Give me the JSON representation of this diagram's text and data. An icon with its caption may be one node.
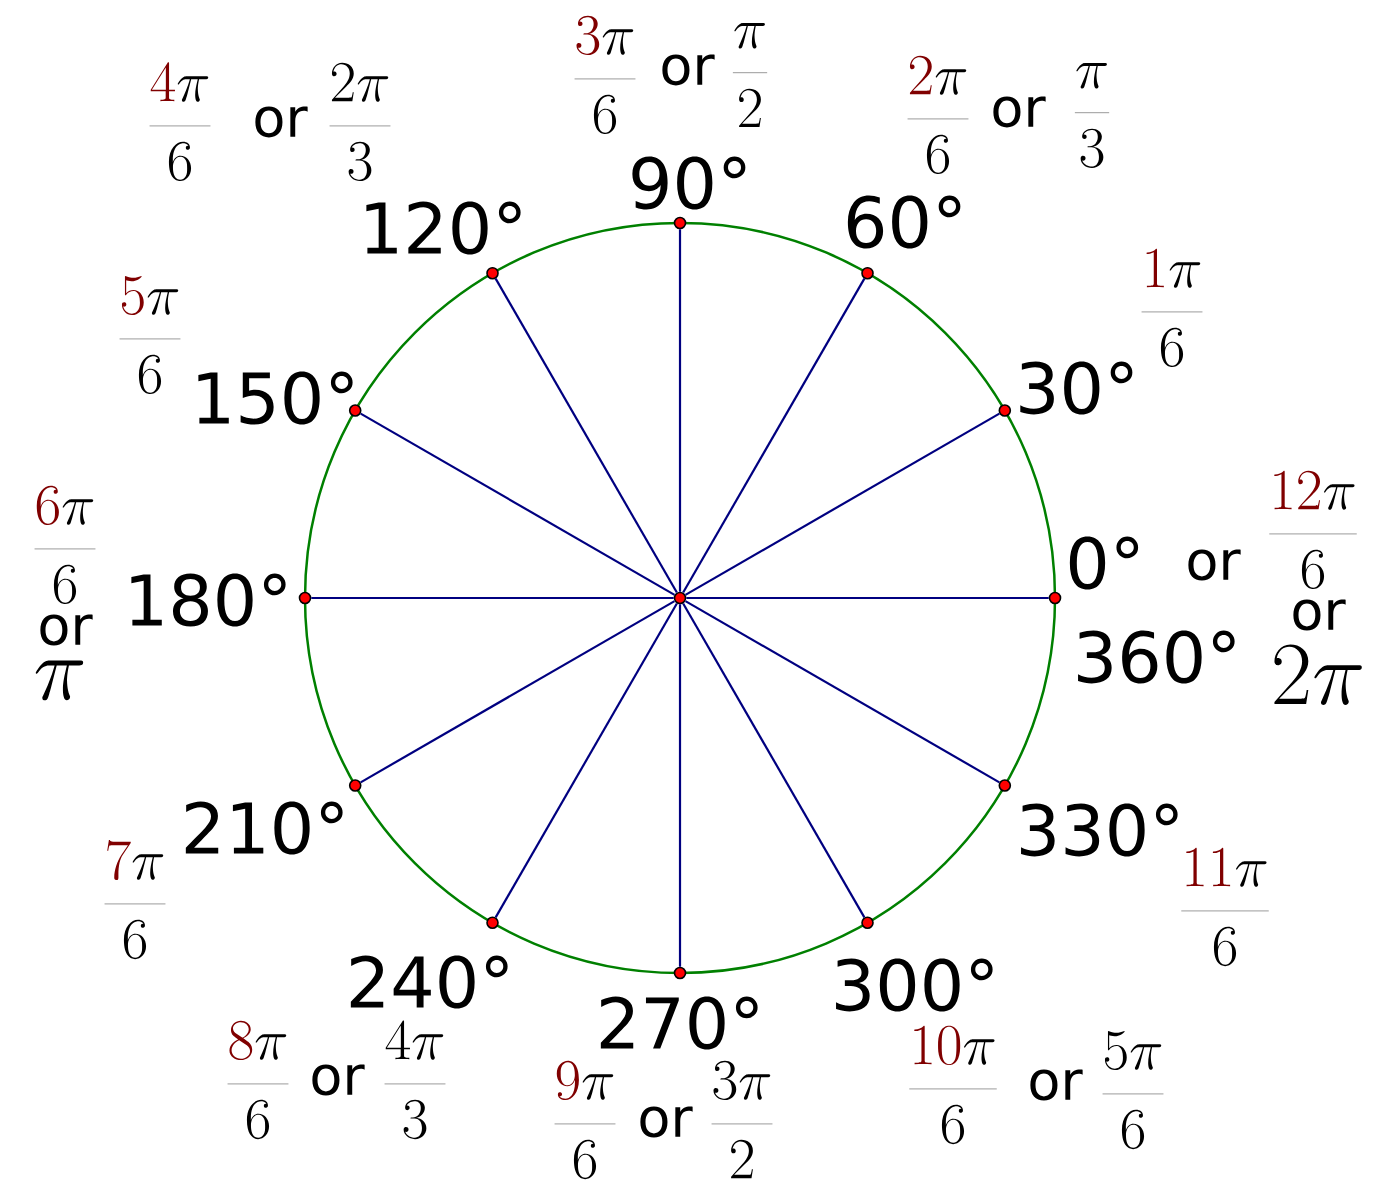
{
  "diagram": {
    "nodes": [
      {
        "text": [],
        "shape": "circle",
        "beside": [
          "180°"
        ]
      },
      {
        "text": [],
        "shape": "circle",
        "beside": [
          "150°"
        ]
      },
      {
        "text": [],
        "shape": "circle",
        "beside": [
          "210°"
        ]
      },
      {
        "text": [],
        "shape": "circle",
        "beside": [
          "120°"
        ]
      },
      {
        "text": [],
        "shape": "circle",
        "beside": [
          "240°"
        ]
      },
      {
        "text": [],
        "shape": "circle",
        "beside": [
          "90°"
        ]
      },
      {
        "text": [],
        "shape": "circle"
      },
      {
        "text": [],
        "shape": "circle",
        "beside": [
          "270°"
        ]
      },
      {
        "text": [],
        "shape": "circle",
        "beside": [
          "60°"
        ]
      },
      {
        "text": [],
        "shape": "circle",
        "beside": [
          "300°"
        ]
      },
      {
        "text": [],
        "shape": "circle",
        "beside": [
          "30°"
        ]
      },
      {
        "text": [],
        "shape": "circle",
        "beside": [
          "330°"
        ]
      },
      {
        "text": [],
        "shape": "circle",
        "beside": [
          "0°",
          "360°"
        ]
      }
    ],
    "edges": [
      {
        "from": 6,
        "to": 0,
        "arrow": "none"
      },
      {
        "from": 6,
        "to": 1,
        "arrow": "none"
      },
      {
        "from": 6,
        "to": 2,
        "arrow": "none"
      },
      {
        "from": 6,
        "to": 3,
        "arrow": "none"
      },
      {
        "from": 6,
        "to": 4,
        "arrow": "none"
      },
      {
        "from": 6,
        "to": 5,
        "arrow": "none"
      },
      {
        "from": 6,
        "to": 7,
        "arrow": "none"
      },
      {
        "from": 6,
        "to": 8,
        "arrow": "none"
      },
      {
        "from": 6,
        "to": 9,
        "arrow": "none"
      },
      {
        "from": 6,
        "to": 10,
        "arrow": "none"
      },
      {
        "from": 6,
        "to": 11,
        "arrow": "none"
      },
      {
        "from": 6,
        "to": 12,
        "arrow": "none"
      }
    ],
    "labels": [
      "\\frac{{\\color[HTML]{800000}3}\\pi}{6}",
      "or",
      "\\frac{\\pi}{2}",
      "\\frac{{\\color[HTML]{800000}4}\\pi}{6}",
      "or",
      "\\frac{2\\pi}{3}",
      "\\frac{{\\color[HTML]{800000}2}\\pi}{6}",
      "or",
      "\\frac{\\pi}{3}",
      "\\frac{{\\color[HTML]{800000}1}\\pi}{6}",
      "\\frac{{\\color[HTML]{800000}5}\\pi}{6}",
      "\\frac{{\\color[HTML]{800000}6}\\pi}{6}",
      "or",
      "\\frac{{\\color[HTML]{800000}12}\\pi}{6}",
      "or",
      "or",
      "\\pi",
      "2\\pi",
      "\\frac{{\\color[HTML]{800000}7}\\pi}{6}",
      "\\frac{{\\color[HTML]{800000}11}\\pi}{6}",
      "\\frac{{\\color[HTML]{800000}8}\\pi}{6}",
      "or",
      "\\frac{4\\pi}{3}",
      "\\frac{{\\color[HTML]{800000}10}\\pi}{6}",
      "or",
      "\\frac{5\\pi}{6}",
      "\\frac{{\\color[HTML]{800000}9}\\pi}{6}",
      "or",
      "\\frac{3\\pi}{2}"
    ]
  }
}
